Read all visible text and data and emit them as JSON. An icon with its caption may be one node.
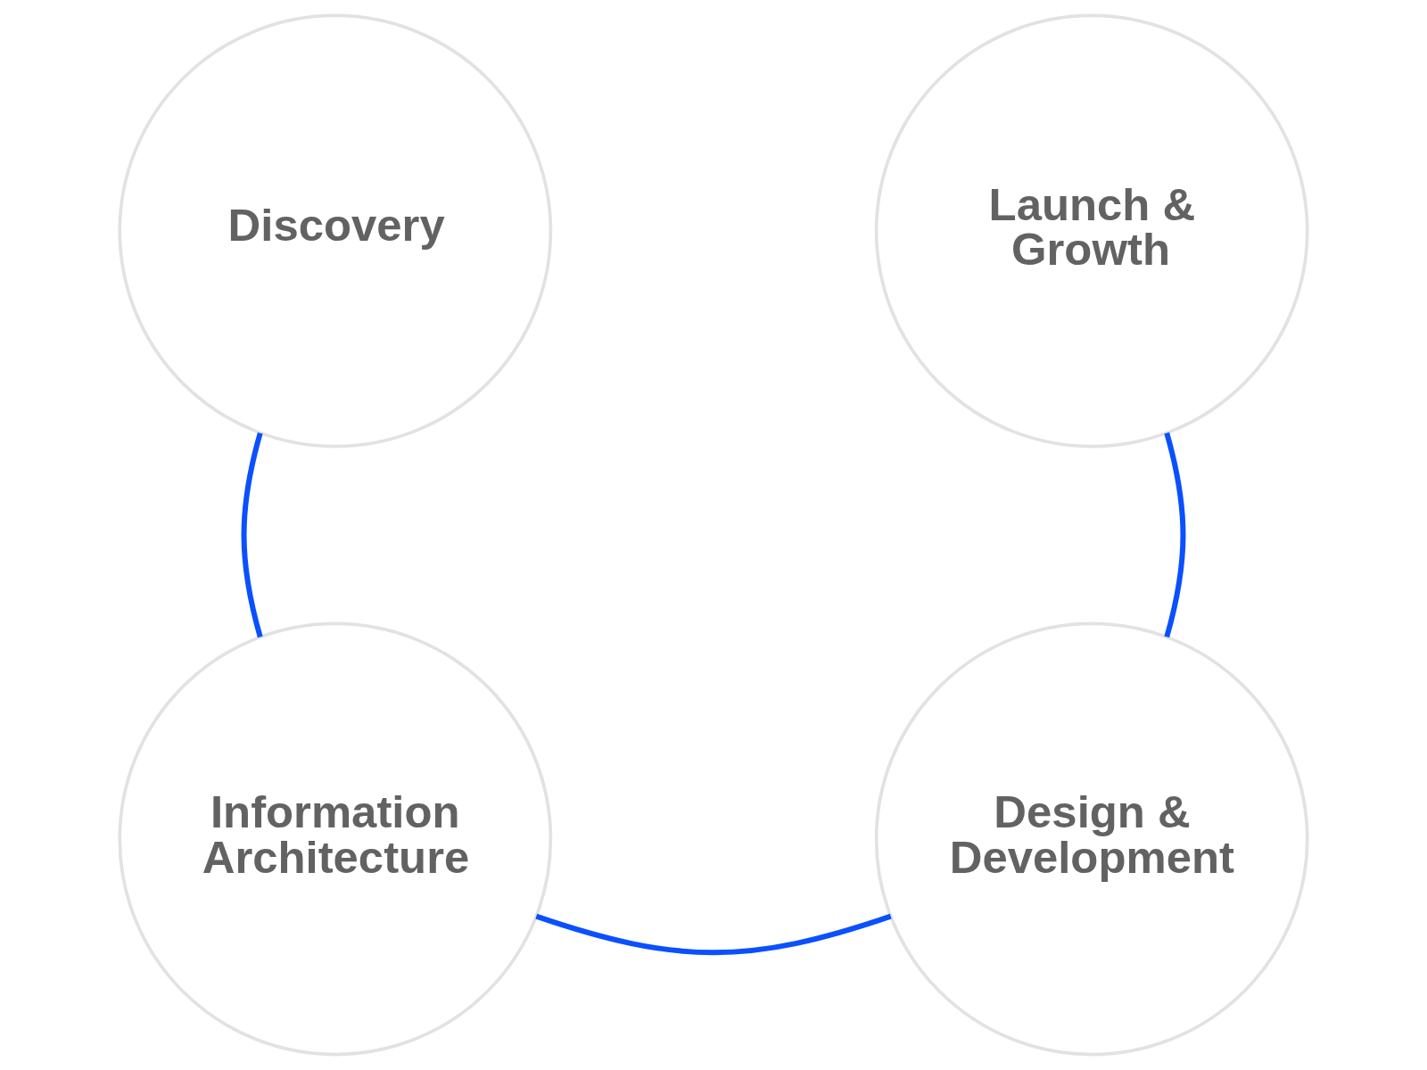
{
  "diagram": {
    "nodes": [
      {
        "text": [
          "Discovery"
        ]
      },
      {
        "text": [
          "Information Architecture"
        ]
      },
      {
        "text": [
          "Design & Development"
        ]
      },
      {
        "text": [
          "Launch & Growth"
        ]
      }
    ],
    "edges": [
      {
        "from": 0,
        "to": 1,
        "arrow": "none"
      },
      {
        "from": 1,
        "to": 2,
        "arrow": "none"
      },
      {
        "from": 2,
        "to": 3,
        "arrow": "none"
      }
    ]
  }
}
